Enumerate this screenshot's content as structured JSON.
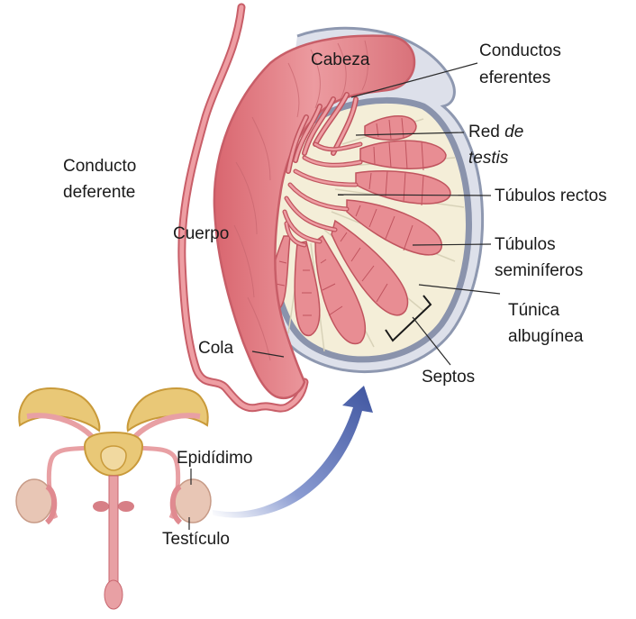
{
  "labels": {
    "cabeza": "Cabeza",
    "conductos_eferentes_1": "Conductos",
    "conductos_eferentes_2": "eferentes",
    "red_1": "Red ",
    "red_de": "de",
    "red_testis": "testis",
    "tubulos_rectos": "Túbulos rectos",
    "tubulos_seminiferos_1": "Túbulos",
    "tubulos_seminiferos_2": "seminíferos",
    "tunica_1": "Túnica",
    "tunica_2": "albugínea",
    "septos": "Septos",
    "conducto_deferente_1": "Conducto",
    "conducto_deferente_2": "deferente",
    "cuerpo": "Cuerpo",
    "cola": "Cola",
    "epididimo": "Epidídimo",
    "testiculo": "Testículo"
  },
  "colors": {
    "epididymis": "#e07f86",
    "epididymis_dark": "#c85e68",
    "tubule": "#e58a90",
    "tubule_dark": "#c0545e",
    "capsule_outer": "#9aa3b8",
    "capsule_inner": "#d9dce6",
    "interior": "#f4eed8",
    "arrow": "#3f55a0",
    "gland": "#e9c877",
    "gland_dark": "#c99a3a",
    "testis_small": "#e8c6b5"
  }
}
